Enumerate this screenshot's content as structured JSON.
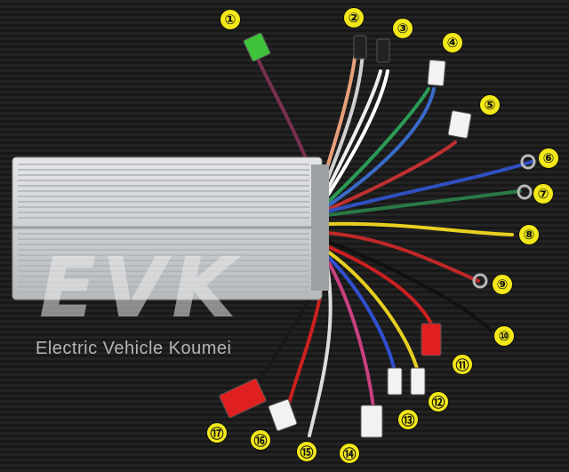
{
  "watermark": {
    "logo": "EVK",
    "subtitle": "Electric Vehicle Koumei"
  },
  "labels": [
    "①",
    "②",
    "③",
    "④",
    "⑤",
    "⑥",
    "⑦",
    "⑧",
    "⑨",
    "⑩",
    "⑪",
    "⑫",
    "⑬",
    "⑭",
    "⑮",
    "⑯",
    "⑰"
  ],
  "colors": {
    "badge": "#f2e81a",
    "housing": "#c9ccce",
    "background": "#1c1c1c"
  }
}
